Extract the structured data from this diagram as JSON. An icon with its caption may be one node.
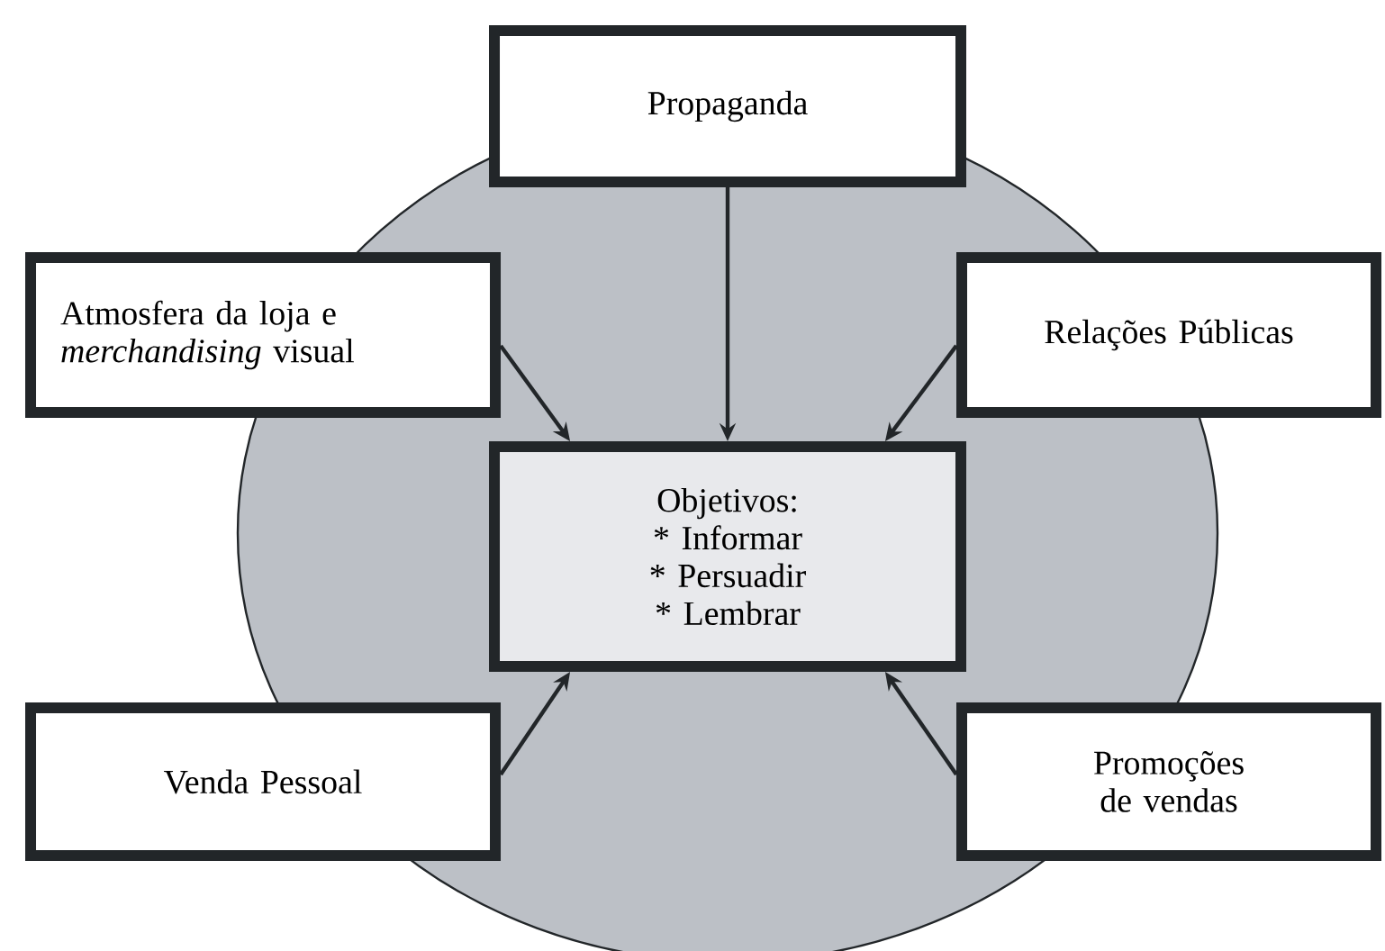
{
  "diagram": {
    "nodes": [
      {
        "text": [
          "Propaganda"
        ]
      },
      {
        "text": [
          "Atmosfera da loja e *merchandising* visual"
        ]
      },
      {
        "text": [
          "Relações Públicas"
        ]
      },
      {
        "text": [
          "Objetivos:",
          "* Informar",
          "* Persuadir",
          "* Lembrar"
        ]
      },
      {
        "text": [
          "Venda Pessoal"
        ]
      },
      {
        "text": [
          "Promoções de vendas"
        ]
      }
    ],
    "edges": [
      {
        "from": 0,
        "to": 3,
        "arrow": "to"
      },
      {
        "from": 1,
        "to": 3,
        "arrow": "to"
      },
      {
        "from": 2,
        "to": 3,
        "arrow": "to"
      },
      {
        "from": 4,
        "to": 3,
        "arrow": "to"
      },
      {
        "from": 5,
        "to": 3,
        "arrow": "to"
      }
    ]
  }
}
